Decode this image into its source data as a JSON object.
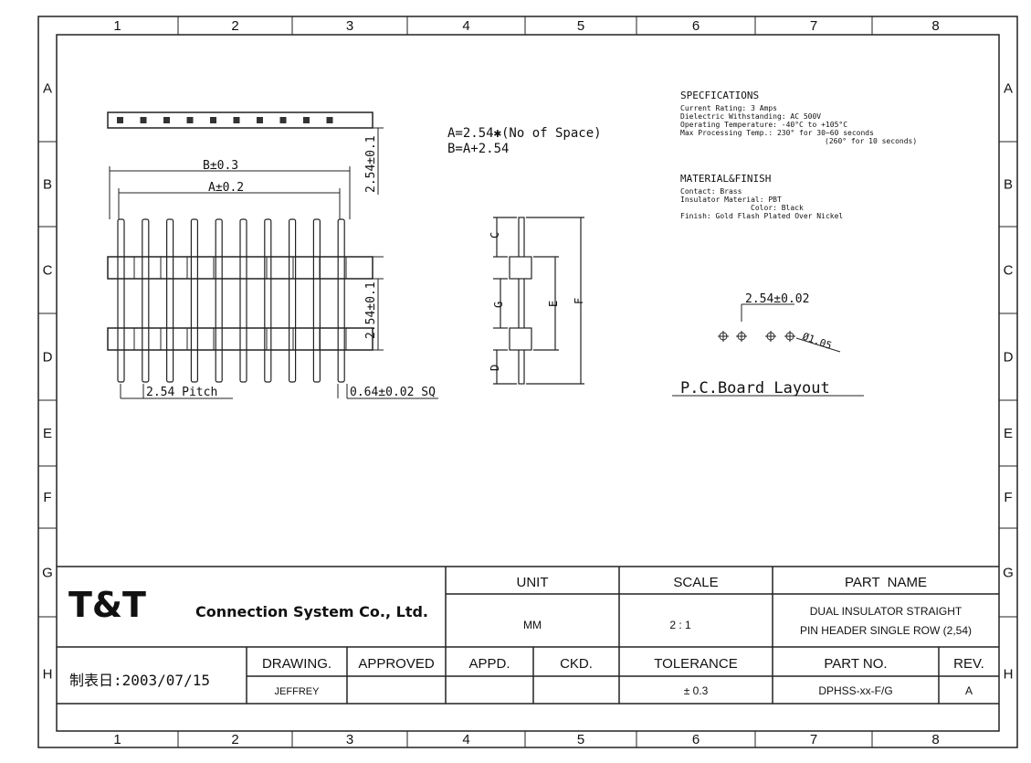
{
  "frame": {
    "columns": [
      "1",
      "2",
      "3",
      "4",
      "5",
      "6",
      "7",
      "8"
    ],
    "rows": [
      "A",
      "B",
      "C",
      "D",
      "E",
      "F",
      "G",
      "H"
    ]
  },
  "drawing": {
    "dim_b": "B±0.3",
    "dim_a": "A±0.2",
    "dim_top_height": "2.54±0.1",
    "dim_mid_height": "2.54±0.1",
    "pitch": "2.54 Pitch",
    "pin_size": "0.64±0.02 SQ",
    "formula_a": "A=2.54✱(No of Space)",
    "formula_b": "B=A+2.54",
    "side_labels": [
      "C",
      "G",
      "D",
      "E",
      "F"
    ],
    "layout_spacing": "2.54±0.02",
    "layout_hole": "Ø1.05",
    "layout_title": "P.C.Board Layout"
  },
  "specs": {
    "title": "SPECFICATIONS",
    "lines": [
      "Current Rating: 3 Amps",
      "Dielectric Withstanding: AC 500V",
      "Operating Temperature: -40°C to +105°C",
      "Max Processing Temp.: 230° for 30~60 seconds",
      "(260° for 10 seconds)"
    ]
  },
  "material": {
    "title": "MATERIAL&FINISH",
    "lines": [
      "Contact: Brass",
      "Insulator Material: PBT",
      "Color: Black",
      "Finish: Gold Flash Plated Over Nickel"
    ]
  },
  "title_block": {
    "logo": "T&T",
    "company": "Connection System Co., Ltd.",
    "unit_label": "UNIT",
    "unit_value": "MM",
    "scale_label": "SCALE",
    "scale_value": "2 : 1",
    "part_name_label": "PART  NAME",
    "part_name_line1": "DUAL INSULATOR STRAIGHT",
    "part_name_line2": "PIN HEADER SINGLE ROW (2,54)",
    "date": "制表日:2003/07/15",
    "drawing_label": "DRAWING.",
    "drawing_value": "JEFFREY",
    "approved_label": "APPROVED",
    "approved_value": "",
    "appd_label": "APPD.",
    "ckd_label": "CKD.",
    "tolerance_label": "TOLERANCE",
    "tolerance_value": "± 0.3",
    "part_no_label": "PART NO.",
    "part_no_value": "DPHSS-xx-F/G",
    "rev_label": "REV.",
    "rev_value": "A"
  }
}
